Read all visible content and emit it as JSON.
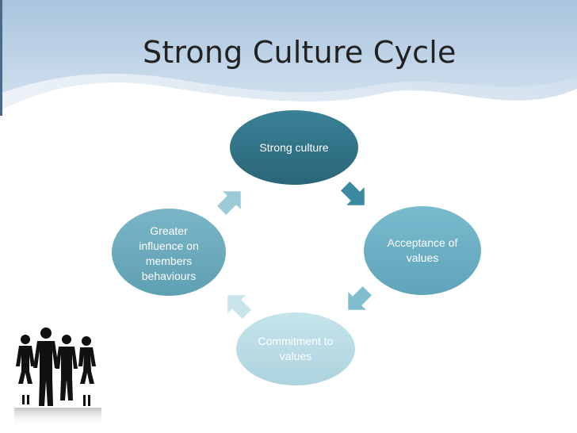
{
  "slide": {
    "title": "Strong Culture Cycle"
  },
  "diagram": {
    "nodes": [
      {
        "id": "strong-culture",
        "label": "Strong culture",
        "color": "#2f7186"
      },
      {
        "id": "acceptance",
        "label": "Acceptance of values",
        "color": "#6aafc4"
      },
      {
        "id": "commitment",
        "label": "Commitment to values",
        "color": "#b9dce6"
      },
      {
        "id": "influence",
        "label": "Greater influence on members behaviours",
        "color": "#6aa9ba"
      }
    ],
    "arrow_colors": [
      "#3c8aa2",
      "#6fb2c6",
      "#bfdfe8",
      "#8ec5d3"
    ]
  },
  "colors": {
    "header_gradient_top": "#a9c4de",
    "header_gradient_bottom": "#ccdcec",
    "title_text": "#222222",
    "silhouette": "#111111"
  },
  "icons": {
    "decoration": "business-people-silhouette-icon"
  }
}
